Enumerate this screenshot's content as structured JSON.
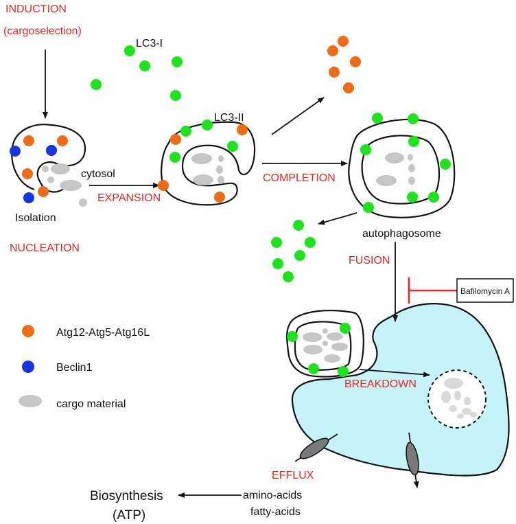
{
  "colors": {
    "stage_label": "#e8251f",
    "atg_dot": "#f26b11",
    "beclin_dot": "#1733e6",
    "lc3_dot": "#19e619",
    "cargo": "#c6c6c6",
    "lysosome_fill": "#c6f3f7",
    "inhibitor": "#e8251f"
  },
  "stages": {
    "induction": "INDUCTION",
    "cargoselection": "(cargoselection)",
    "nucleation": "NUCLEATION",
    "expansion": "EXPANSION",
    "completion": "COMPLETION",
    "fusion": "FUSION",
    "breakdown": "BREAKDOWN",
    "efflux": "EFFLUX"
  },
  "labels": {
    "isolation": "Isolation",
    "cytosol": "cytosol",
    "lc3_i": "LC3-I",
    "lc3_ii": "LC3-II",
    "autophagosome": "autophagosome",
    "inhibitor": "Bafilomycin A",
    "amino_acids": "amino-acids",
    "fatty_acids": "fatty-acids",
    "biosynthesis": "Biosynthesis",
    "atp": "(ATP)"
  },
  "legend": [
    {
      "label": "Atg12-Atg5-Atg16L",
      "marker": "atg-dot"
    },
    {
      "label": "Beclin1",
      "marker": "beclin-dot"
    },
    {
      "label": "cargo material",
      "marker": "cargo-ellipse"
    }
  ]
}
